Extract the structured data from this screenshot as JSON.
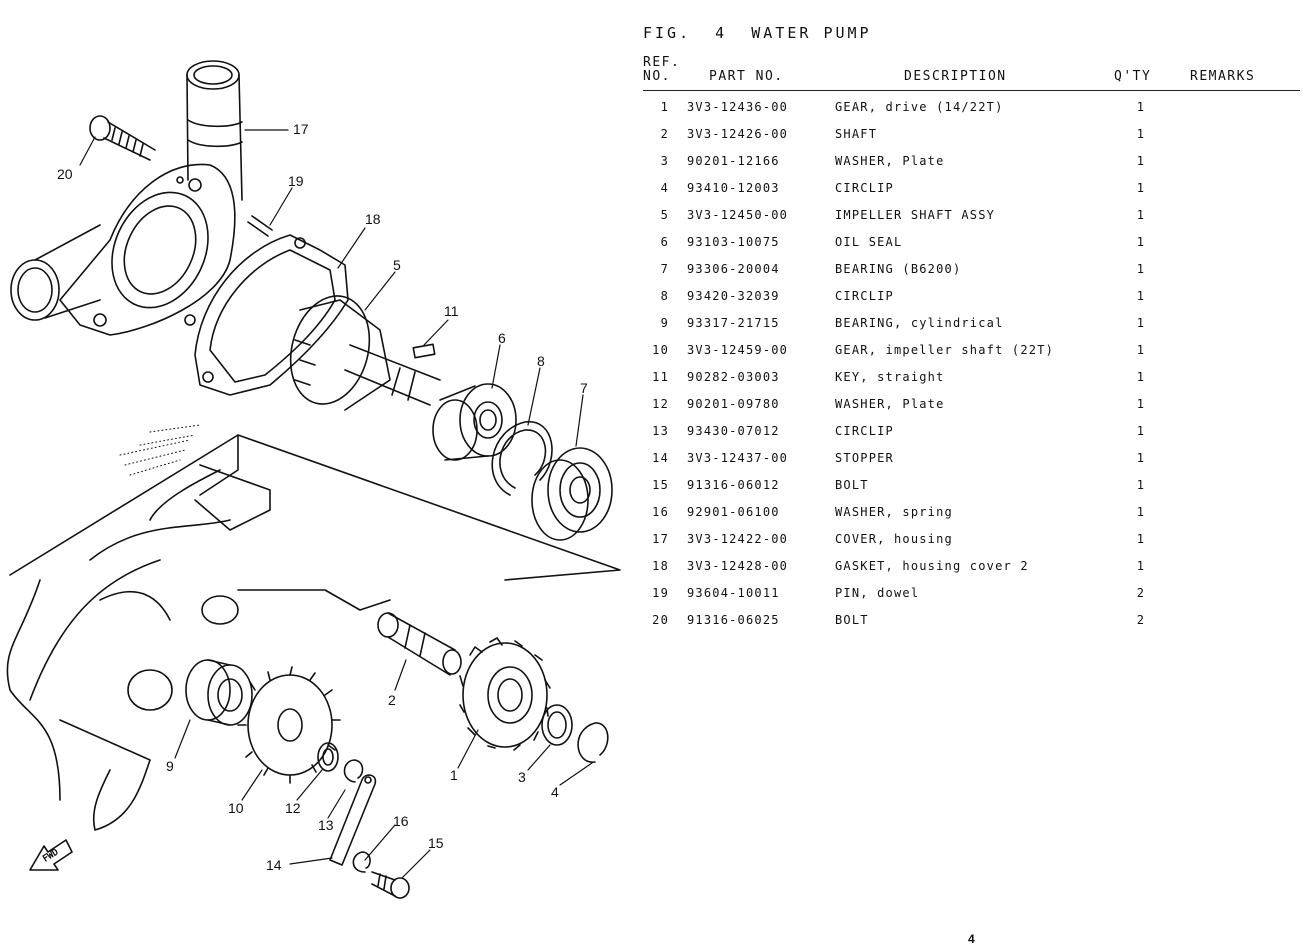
{
  "figure": {
    "title": "FIG.  4  WATER PUMP"
  },
  "table": {
    "headers": {
      "ref_line1": "REF.",
      "ref_line2": "NO.",
      "part_no": "PART NO.",
      "description": "DESCRIPTION",
      "qty": "Q'TY",
      "remarks": "REMARKS"
    },
    "rows": [
      {
        "ref": "1",
        "part": "3V3-12436-00",
        "desc": "GEAR, drive (14/22T)",
        "qty": "1"
      },
      {
        "ref": "2",
        "part": "3V3-12426-00",
        "desc": "SHAFT",
        "qty": "1"
      },
      {
        "ref": "3",
        "part": "90201-12166",
        "desc": "WASHER, Plate",
        "qty": "1"
      },
      {
        "ref": "4",
        "part": "93410-12003",
        "desc": "CIRCLIP",
        "qty": "1"
      },
      {
        "ref": "5",
        "part": "3V3-12450-00",
        "desc": "IMPELLER SHAFT ASSY",
        "qty": "1"
      },
      {
        "ref": "6",
        "part": "93103-10075",
        "desc": "OIL SEAL",
        "qty": "1"
      },
      {
        "ref": "7",
        "part": "93306-20004",
        "desc": "BEARING (B6200)",
        "qty": "1"
      },
      {
        "ref": "8",
        "part": "93420-32039",
        "desc": "CIRCLIP",
        "qty": "1"
      },
      {
        "ref": "9",
        "part": "93317-21715",
        "desc": "BEARING, cylindrical",
        "qty": "1"
      },
      {
        "ref": "10",
        "part": "3V3-12459-00",
        "desc": "GEAR, impeller shaft (22T)",
        "qty": "1"
      },
      {
        "ref": "11",
        "part": "90282-03003",
        "desc": "KEY, straight",
        "qty": "1"
      },
      {
        "ref": "12",
        "part": "90201-09780",
        "desc": "WASHER, Plate",
        "qty": "1"
      },
      {
        "ref": "13",
        "part": "93430-07012",
        "desc": "CIRCLIP",
        "qty": "1"
      },
      {
        "ref": "14",
        "part": "3V3-12437-00",
        "desc": "STOPPER",
        "qty": "1"
      },
      {
        "ref": "15",
        "part": "91316-06012",
        "desc": "BOLT",
        "qty": "1"
      },
      {
        "ref": "16",
        "part": "92901-06100",
        "desc": "WASHER, spring",
        "qty": "1"
      },
      {
        "ref": "17",
        "part": "3V3-12422-00",
        "desc": "COVER, housing",
        "qty": "1"
      },
      {
        "ref": "18",
        "part": "3V3-12428-00",
        "desc": "GASKET, housing cover 2",
        "qty": "1"
      },
      {
        "ref": "19",
        "part": "93604-10011",
        "desc": "PIN, dowel",
        "qty": "2"
      },
      {
        "ref": "20",
        "part": "91316-06025",
        "desc": "BOLT",
        "qty": "2"
      }
    ]
  },
  "diagram": {
    "callouts": [
      "1",
      "2",
      "3",
      "4",
      "5",
      "6",
      "7",
      "8",
      "9",
      "10",
      "11",
      "12",
      "13",
      "14",
      "15",
      "16",
      "17",
      "18",
      "19",
      "20"
    ],
    "fwd_label": "FWD"
  },
  "page_number": "4"
}
